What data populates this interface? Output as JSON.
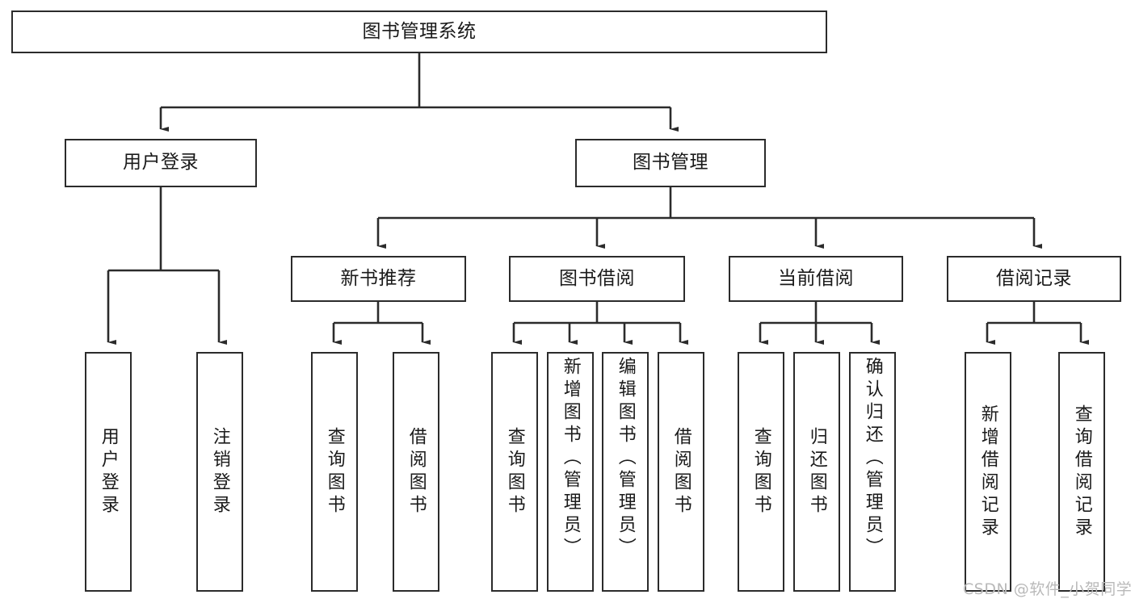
{
  "diagram": {
    "title": "图书管理系统",
    "type": "hierarchy-tree",
    "root": {
      "id": "root",
      "label": "图书管理系统",
      "level": 0
    },
    "level1": [
      {
        "id": "user-login",
        "label": "用户登录"
      },
      {
        "id": "book-manage",
        "label": "图书管理"
      }
    ],
    "level2": [
      {
        "id": "new-book-rec",
        "label": "新书推荐",
        "parent": "book-manage"
      },
      {
        "id": "book-borrow",
        "label": "图书借阅",
        "parent": "book-manage"
      },
      {
        "id": "current-borrow",
        "label": "当前借阅",
        "parent": "book-manage"
      },
      {
        "id": "borrow-record",
        "label": "借阅记录",
        "parent": "book-manage"
      }
    ],
    "leaves": {
      "user-login": [
        {
          "id": "leaf-user-login",
          "label": "用户登录"
        },
        {
          "id": "leaf-logout",
          "label": "注销登录"
        }
      ],
      "new-book-rec": [
        {
          "id": "leaf-query-book-1",
          "label": "查询图书"
        },
        {
          "id": "leaf-borrow-book-1",
          "label": "借阅图书"
        }
      ],
      "book-borrow": [
        {
          "id": "leaf-query-book-2",
          "label": "查询图书"
        },
        {
          "id": "leaf-add-book",
          "label": "新增图书（管理员）"
        },
        {
          "id": "leaf-edit-book",
          "label": "编辑图书（管理员）"
        },
        {
          "id": "leaf-borrow-book-2",
          "label": "借阅图书"
        }
      ],
      "current-borrow": [
        {
          "id": "leaf-query-book-3",
          "label": "查询图书"
        },
        {
          "id": "leaf-return-book",
          "label": "归还图书"
        },
        {
          "id": "leaf-confirm-return",
          "label": "确认归还（管理员）"
        }
      ],
      "borrow-record": [
        {
          "id": "leaf-add-record",
          "label": "新增借阅记录"
        },
        {
          "id": "leaf-query-record",
          "label": "查询借阅记录"
        }
      ]
    }
  },
  "watermark": {
    "text": "CSDN @软件_小贺同学"
  },
  "colors": {
    "border": "#2b2b2b",
    "text": "#1a1a1a",
    "background": "#ffffff",
    "watermark": "#b9b9b9"
  }
}
